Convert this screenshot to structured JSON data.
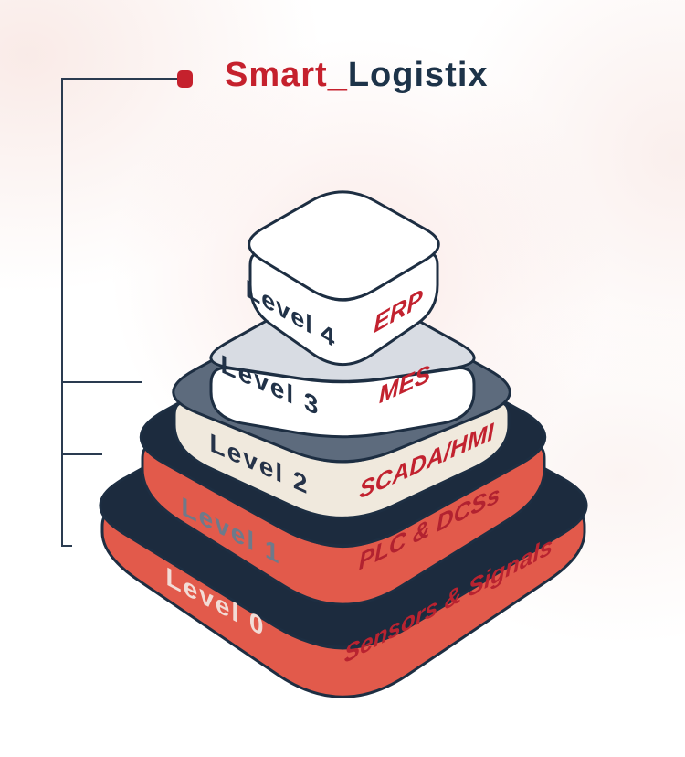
{
  "title": {
    "red_part": "Smart_",
    "navy_part": "Logistix"
  },
  "pyramid": {
    "layers": [
      {
        "id": "level-0",
        "left_label": "Level 0",
        "right_label": "Sensors & Signals",
        "face_color": "#e25a4b",
        "top_color": "#1c2b3e",
        "left_label_color": "#f2dcd6",
        "right_label_color": "#b92330"
      },
      {
        "id": "level-1",
        "left_label": "Level 1",
        "right_label": "PLC & DCSs",
        "face_color": "#e25a4b",
        "top_color": "#1c2b3e",
        "left_label_color": "#6e7a8a",
        "right_label_color": "#b22230"
      },
      {
        "id": "level-2",
        "left_label": "Level 2",
        "right_label": "SCADA/HMI",
        "face_color": "#f0e9dd",
        "top_color": "#5d6b7d",
        "left_label_color": "#263349",
        "right_label_color": "#c2222f"
      },
      {
        "id": "level-3",
        "left_label": "Level 3",
        "right_label": "MES",
        "face_color": "#ffffff",
        "top_color": "#d8dce3",
        "left_label_color": "#213248",
        "right_label_color": "#c2222f"
      },
      {
        "id": "level-4",
        "left_label": "Level 4",
        "right_label": "ERP",
        "face_color": "#ffffff",
        "top_color": "#ffffff",
        "left_label_color": "#213248",
        "right_label_color": "#c2222f"
      }
    ]
  },
  "colors": {
    "accent_red": "#c5212d",
    "navy": "#1d2e42",
    "outline": "#1d2e42",
    "connector": "#2a3b50",
    "title_navy": "#1d3349"
  }
}
